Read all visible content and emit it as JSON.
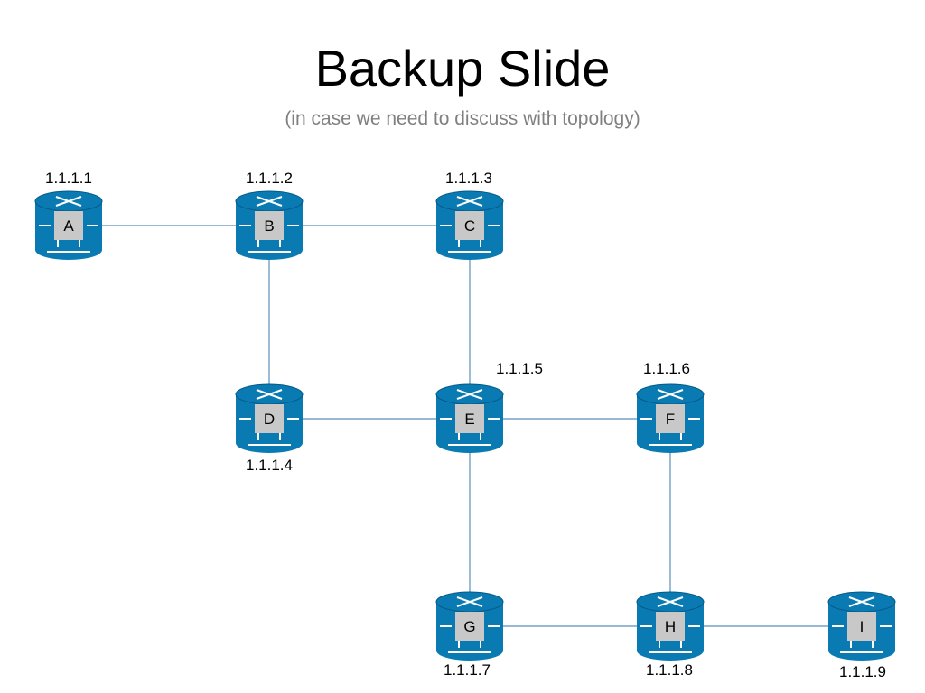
{
  "slide": {
    "title": "Backup Slide",
    "subtitle": "(in case we need to discuss with topology)"
  },
  "colors": {
    "router_body": "#0a7ab3",
    "router_dark": "#055a88",
    "label_box": "#c8c8c8",
    "link": "#5b8fb9"
  },
  "nodes": [
    {
      "id": "A",
      "ip": "1.1.1.1"
    },
    {
      "id": "B",
      "ip": "1.1.1.2"
    },
    {
      "id": "C",
      "ip": "1.1.1.3"
    },
    {
      "id": "D",
      "ip": "1.1.1.4"
    },
    {
      "id": "E",
      "ip": "1.1.1.5"
    },
    {
      "id": "F",
      "ip": "1.1.1.6"
    },
    {
      "id": "G",
      "ip": "1.1.1.7"
    },
    {
      "id": "H",
      "ip": "1.1.1.8"
    },
    {
      "id": "I",
      "ip": "1.1.1.9"
    }
  ],
  "links": [
    [
      "A",
      "B"
    ],
    [
      "B",
      "C"
    ],
    [
      "B",
      "D"
    ],
    [
      "C",
      "E"
    ],
    [
      "D",
      "E"
    ],
    [
      "E",
      "F"
    ],
    [
      "E",
      "G"
    ],
    [
      "F",
      "H"
    ],
    [
      "G",
      "H"
    ],
    [
      "H",
      "I"
    ]
  ]
}
